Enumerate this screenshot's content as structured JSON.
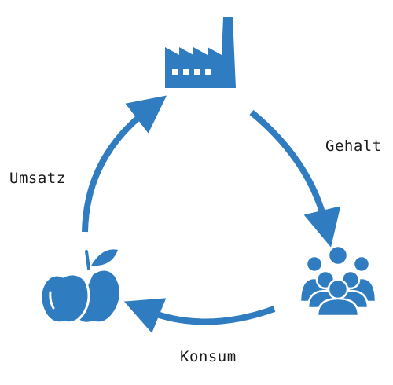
{
  "diagram": {
    "accent_color": "#2f7cc1",
    "nodes": [
      {
        "id": "factory",
        "icon": "factory-icon"
      },
      {
        "id": "people",
        "icon": "people-group-icon"
      },
      {
        "id": "apple",
        "icon": "apple-icon"
      }
    ],
    "edges": [
      {
        "from": "factory",
        "to": "people",
        "label": "Gehalt"
      },
      {
        "from": "people",
        "to": "apple",
        "label": "Konsum"
      },
      {
        "from": "apple",
        "to": "factory",
        "label": "Umsatz"
      }
    ]
  }
}
